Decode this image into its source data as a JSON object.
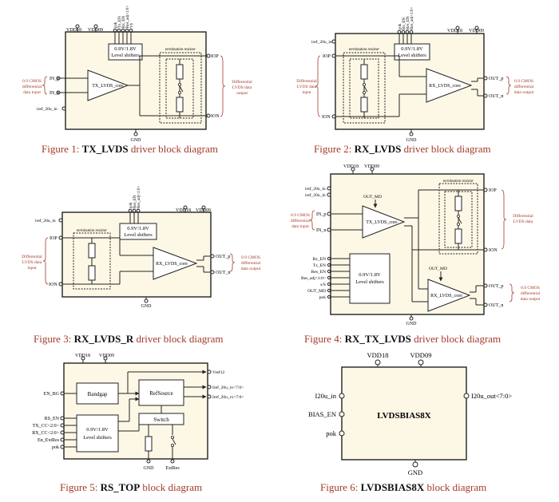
{
  "colors": {
    "block_fill": "#fdf8e6",
    "stroke": "#222222",
    "caption": "#a33a2a",
    "annotation": "#a33a2a"
  },
  "figures": [
    {
      "caption": {
        "prefix": "Figure 1: ",
        "name": "TX_LVDS",
        "suffix": " driver block diagram"
      },
      "supplies": [
        "VDD18",
        "VDD09"
      ],
      "ctrl_pins": [
        "pok",
        "Tx_EN",
        "Rx_EN",
        "Res_adj<1:0>",
        "Vb"
      ],
      "level_shifter": [
        "0.9V/1.8V",
        "Level shifters"
      ],
      "termination_label": "termination resistor",
      "core_label": "TX_LVDS_core",
      "inputs": [
        "IN_p",
        "IN_n"
      ],
      "bias_pin": "iref_20u_in",
      "outputs": [
        "IOP",
        "ION"
      ],
      "ground": "GND",
      "left_annotation": [
        "0.9 CMOS",
        "differential",
        "data input"
      ],
      "right_annotation": [
        "Differential",
        "LVDS data",
        "output"
      ]
    },
    {
      "caption": {
        "prefix": "Figure 2: ",
        "name": "RX_LVDS",
        "suffix": " driver block diagram"
      },
      "supplies": [
        "VDD18",
        "VDD09"
      ],
      "ctrl_pins": [
        "pok",
        "Rx_EN",
        "Res_EN",
        "Res_adj<1:0>"
      ],
      "level_shifter": [
        "0.9V/1.8V",
        "Level shifters"
      ],
      "termination_label": "termination resistor",
      "core_label": "RX_LVDS_core",
      "bias_pin": "iref_20u_in",
      "inputs": [
        "IOP",
        "ION"
      ],
      "outputs": [
        "OUT_p",
        "OUT_n"
      ],
      "ground": "GND",
      "left_annotation": [
        "Differential",
        "LVDS data",
        "input"
      ],
      "right_annotation": [
        "0.9 CMOS",
        "differential",
        "data output"
      ]
    },
    {
      "caption": {
        "prefix": "Figure 3: ",
        "name": "RX_LVDS_R",
        "suffix": " driver block diagram"
      },
      "supplies": [
        "VDD18",
        "VDD09"
      ],
      "ctrl_pins": [
        "pok",
        "Res_EN",
        "Res_adj<1:0>"
      ],
      "level_shifter": [
        "0.9V/1.8V",
        "Level shifters"
      ],
      "termination_label": "termination resistor",
      "core_label": "RX_LVDS_core",
      "bias_pin": "iref_20u_in",
      "inputs": [
        "IOP",
        "ION"
      ],
      "outputs": [
        "OUT_p",
        "OUT_n"
      ],
      "ground": "GND",
      "left_annotation": [
        "Differential",
        "LVDS data",
        "input"
      ],
      "right_annotation": [
        "0.9 CMOS",
        "differential",
        "data output"
      ]
    },
    {
      "caption": {
        "prefix": "Figure 4: ",
        "name": "RX_TX_LVDS",
        "suffix": " driver block diagram"
      },
      "supplies": [
        "VDD18",
        "VDD09"
      ],
      "bias_pins": [
        "iref_20u_in",
        "iref_20u_in"
      ],
      "out_md": "OUT_MD",
      "tx_core": "TX_LVDS_core",
      "rx_core": "RX_LVDS_core",
      "termination_label": "termination resistor",
      "inputs": [
        "IN_p",
        "IN_n"
      ],
      "ctrl_pins": [
        "Rx_EN",
        "Tx_EN",
        "Res_EN",
        "Res_adj<1:0>",
        "s/S",
        "OUT_MD",
        "pok"
      ],
      "level_shifter": [
        "0.9V/1.8V",
        "Level shifters"
      ],
      "bidir": [
        "IOP",
        "ION"
      ],
      "outputs": [
        "OUT_p",
        "OUT_n"
      ],
      "ground": "GND",
      "left_annotation": [
        "0.9 CMOS",
        "differential",
        "data input"
      ],
      "right_annotation1": [
        "Differential",
        "LVDS data"
      ],
      "right_annotation2": [
        "0.9 CMOS",
        "differential",
        "data output"
      ]
    },
    {
      "caption": {
        "prefix": "Figure 5: ",
        "name": "RS_TOP",
        "suffix": " block diagram"
      },
      "supplies": [
        "VDD18",
        "VDD09"
      ],
      "blocks": {
        "bandgap": "Bandgap",
        "refsource": "RefSource",
        "switch": "Switch",
        "level_shifter": [
          "0.9V/1.8V",
          "Level shifters"
        ]
      },
      "left_pins": [
        "EN_BG",
        "RS_EN",
        "TX_CC<2:0>",
        "RX_CC<2:0>",
        "En_ExtRes",
        "pok"
      ],
      "right_pins": [
        "Vref12",
        "Iref_20u_tx<7:0>",
        "Iref_20u_rx<7:0>"
      ],
      "bottom_pins": [
        "GND",
        "ExtRes"
      ]
    },
    {
      "caption": {
        "prefix": "Figure 6: ",
        "name": "LVDSBIAS8X",
        "suffix": " block diagram"
      },
      "supplies": [
        "VDD18",
        "VDD09"
      ],
      "title": "LVDSBIAS8X",
      "left_pins": [
        "I20u_in",
        "BIAS_EN",
        "pok"
      ],
      "right_pin": "I20u_out<7:0>",
      "ground": "GND"
    }
  ]
}
